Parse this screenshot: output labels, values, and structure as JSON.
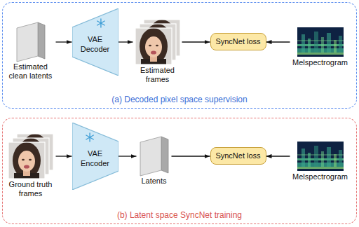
{
  "diagram": {
    "nodes": [
      {
        "text": [
          "(a) Decoded pixel space supervision"
        ]
      },
      {
        "text": [
          "Estimated clean latents"
        ],
        "in": 0
      },
      {
        "text": [
          "VAE Decoder"
        ],
        "in": 0
      },
      {
        "text": [
          "Estimated frames"
        ],
        "in": 0
      },
      {
        "text": [
          "SyncNet loss"
        ],
        "in": 0
      },
      {
        "text": [
          "Melspectrogram"
        ],
        "in": 0
      },
      {
        "text": [
          "(b) Latent space SyncNet training"
        ]
      },
      {
        "text": [
          "Ground truth frames"
        ],
        "in": 6
      },
      {
        "text": [
          "VAE Encoder"
        ],
        "in": 6
      },
      {
        "text": [
          "Latents"
        ],
        "in": 6
      },
      {
        "text": [
          "SyncNet loss"
        ],
        "in": 6
      },
      {
        "text": [
          "Melspectrogram"
        ],
        "in": 6
      }
    ],
    "edges": [
      {
        "from": 1,
        "to": 2,
        "arrow": "to"
      },
      {
        "from": 2,
        "to": 3,
        "arrow": "to"
      },
      {
        "from": 3,
        "to": 4,
        "arrow": "to"
      },
      {
        "from": 5,
        "to": 4,
        "arrow": "to"
      },
      {
        "from": 7,
        "to": 8,
        "arrow": "to"
      },
      {
        "from": 8,
        "to": 9,
        "arrow": "to"
      },
      {
        "from": 9,
        "to": 10,
        "arrow": "to"
      },
      {
        "from": 11,
        "to": 10,
        "arrow": "to"
      }
    ]
  }
}
